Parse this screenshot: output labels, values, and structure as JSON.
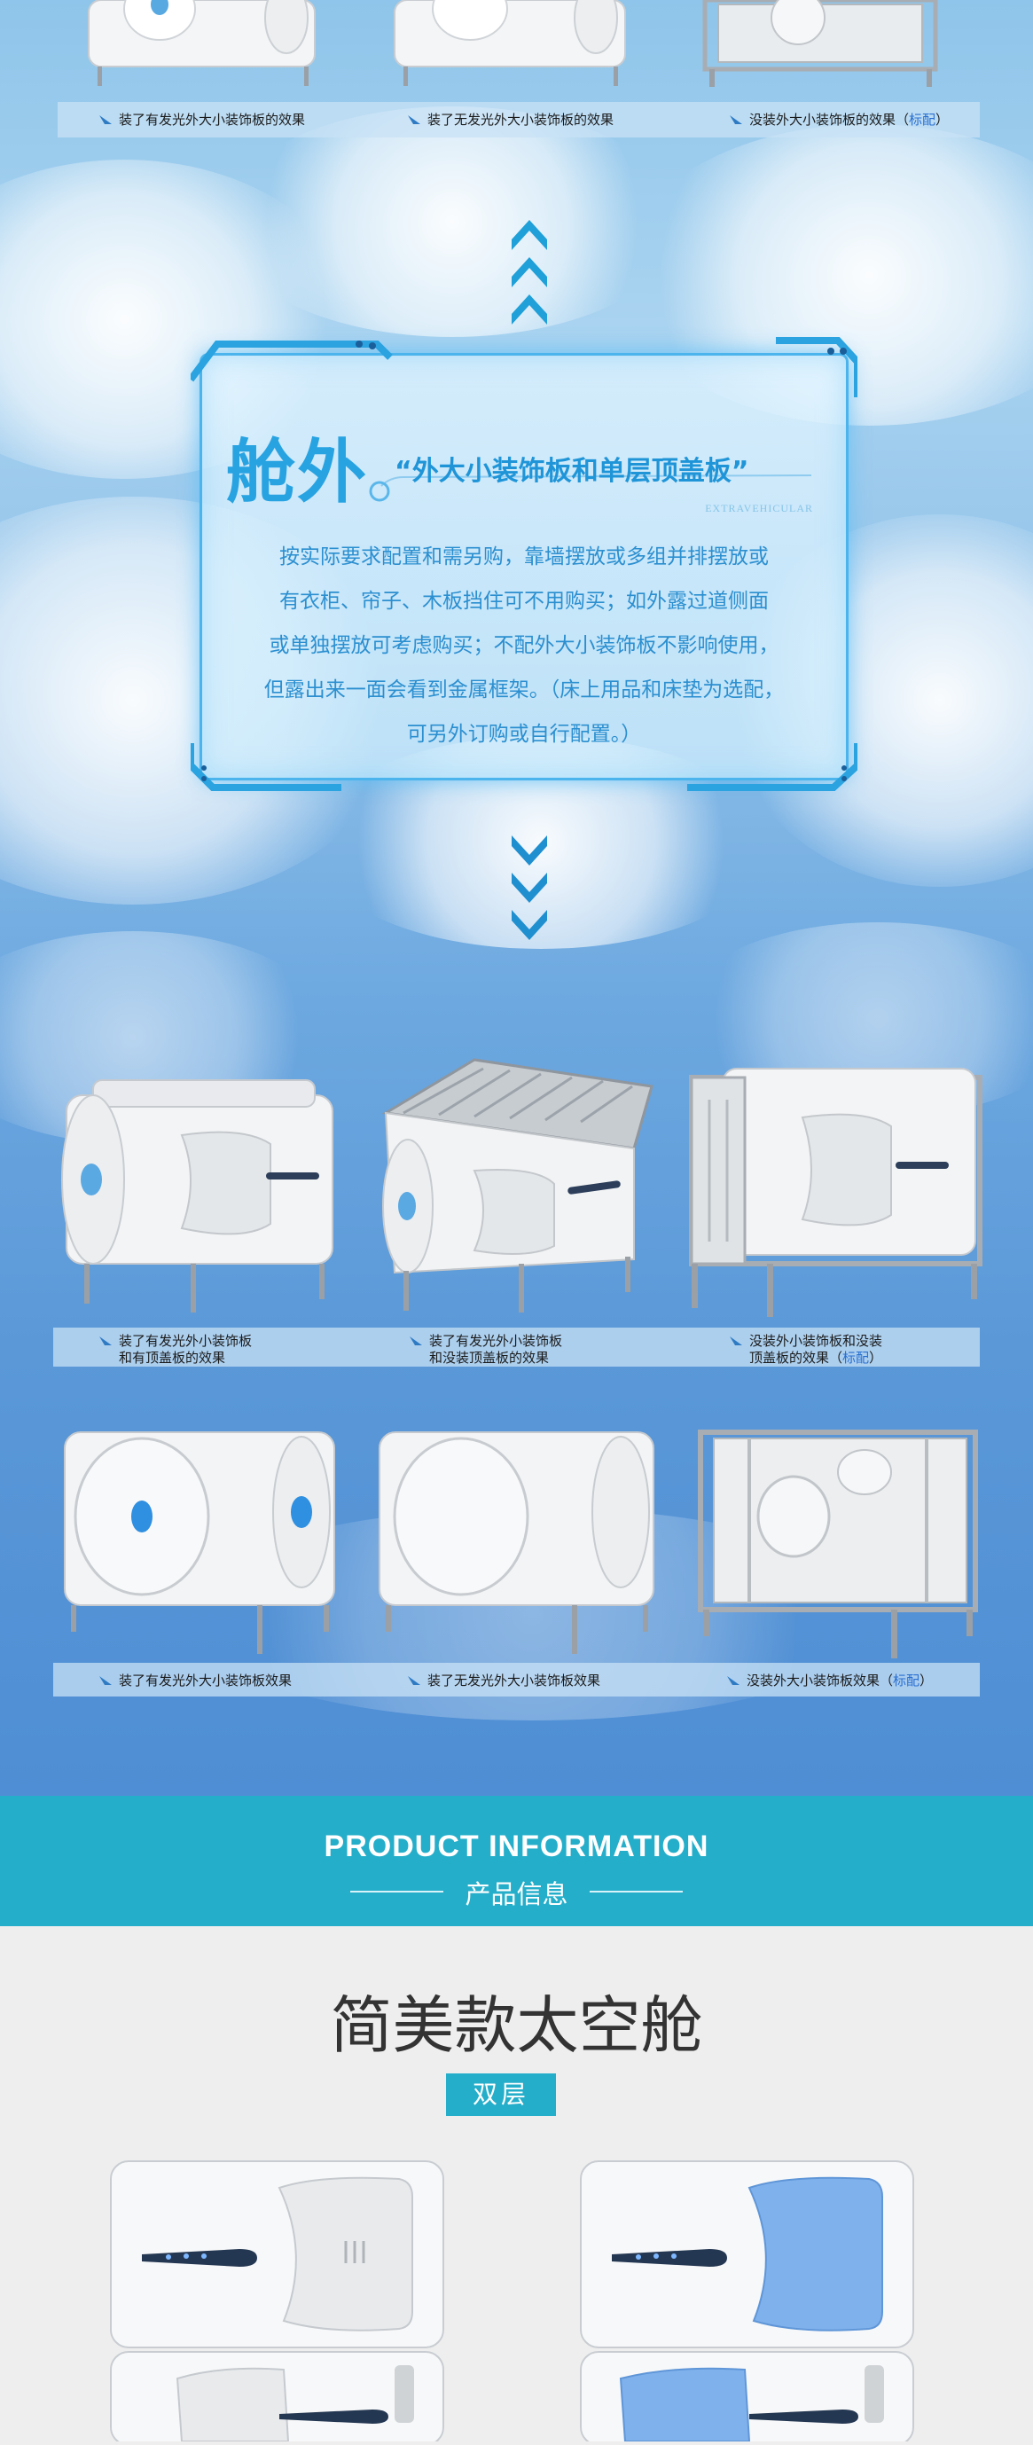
{
  "captions_row0": [
    "装了有发光外大小装饰板的效果",
    "装了无发光外大小装饰板的效果",
    "没装外大小装饰板的效果"
  ],
  "caption_suffix": {
    "open": "（",
    "std": "标配",
    "close": "）"
  },
  "panel": {
    "title": "舱外",
    "subtitle": "“外大小装饰板和单层顶盖板”",
    "subtitle_en": "EXTRAVEHICULAR",
    "body_lines": [
      "按实际要求配置和需另购，靠墙摆放或多组并排摆放或",
      "有衣柜、帘子、木板挡住可不用购买；如外露过道侧面",
      "或单独摆放可考虑购买；不配外大小装饰板不影响使用，",
      "但露出来一面会看到金属框架。（床上用品和床垫为选配，",
      "可另外订购或自行配置。）"
    ]
  },
  "captions_row1": [
    [
      "装了有发光外小装饰板",
      "和有顶盖板的效果"
    ],
    [
      "装了有发光外小装饰板",
      "和没装顶盖板的效果"
    ],
    [
      "没装外小装饰板和没装",
      "顶盖板的效果"
    ]
  ],
  "captions_row2": [
    "装了有发光外大小装饰板效果",
    "装了无发光外大小装饰板效果",
    "没装外大小装饰板效果"
  ],
  "band": {
    "en": "PRODUCT INFORMATION",
    "cn": "产品信息"
  },
  "product": {
    "title": "简美款太空舱",
    "tag": "双层"
  },
  "colors": {
    "accent": "#25aeca",
    "panel_border": "#4bb4ec",
    "panel_text": "#2b8fd0",
    "highlight": "#2a6fd0"
  }
}
